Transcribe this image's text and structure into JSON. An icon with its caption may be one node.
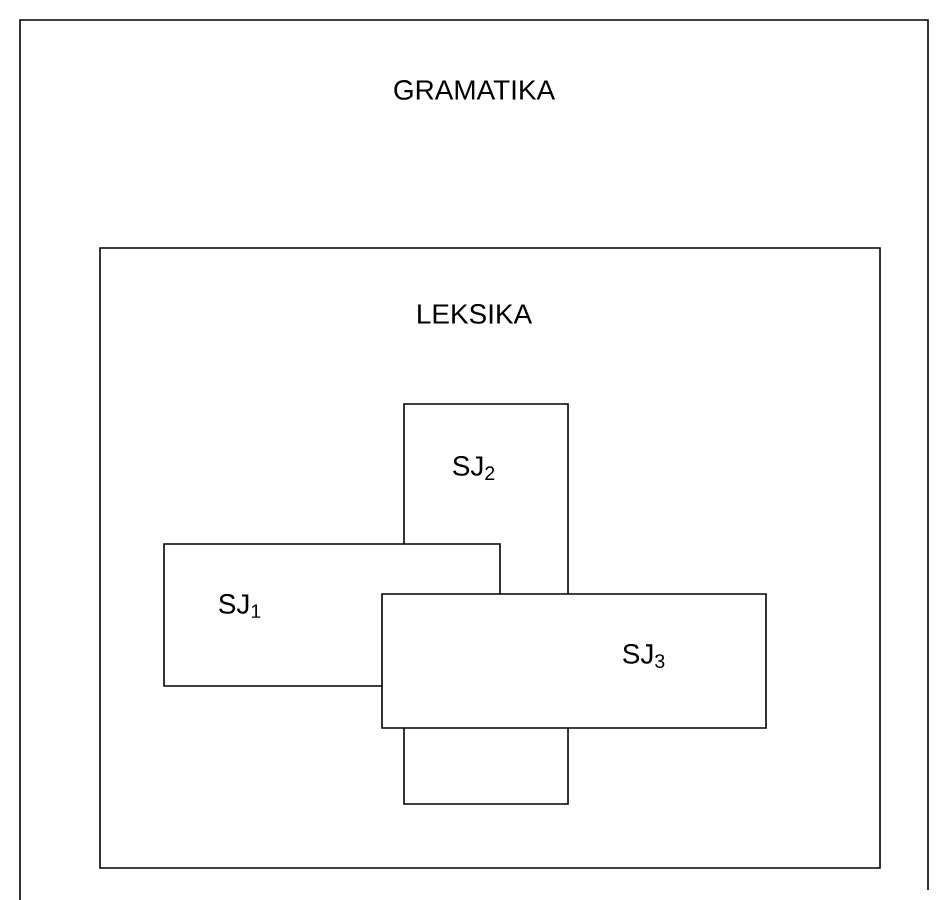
{
  "diagram": {
    "nodes": [
      {
        "text": [
          "GRAMATIKA"
        ]
      },
      {
        "text": [
          "LEKSIKA"
        ],
        "in": 0
      },
      {
        "text": [
          "SJ$_{2}$"
        ],
        "in": 1
      },
      {
        "text": [
          "SJ$_{1}$"
        ],
        "in": 1
      },
      {
        "text": [
          "SJ$_{3}$"
        ],
        "in": 1
      }
    ]
  }
}
